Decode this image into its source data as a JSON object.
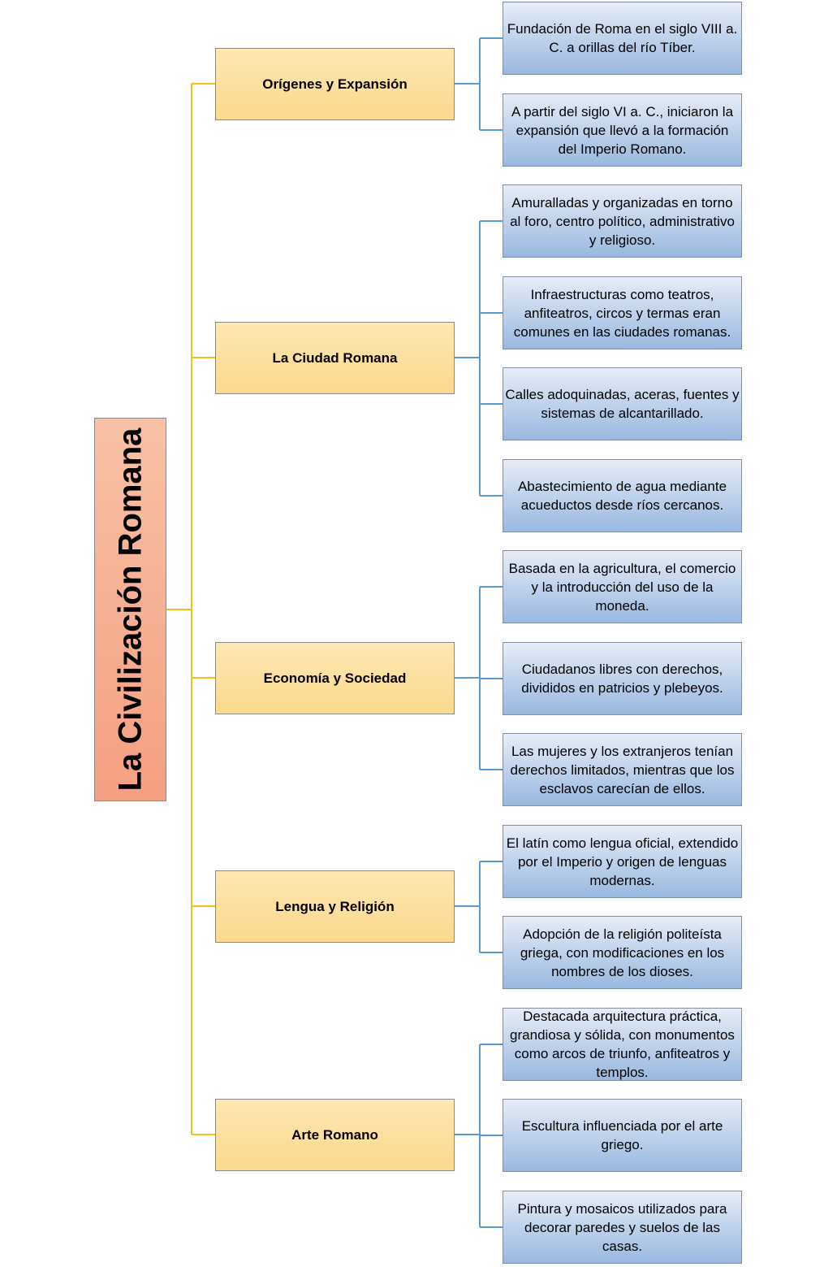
{
  "root": {
    "title": "La Civilización Romana"
  },
  "categories": [
    {
      "label": "Orígenes y Expansión",
      "items": [
        "Fundación de Roma en el siglo VIII a. C. a orillas del río Tíber.",
        "A partir del siglo VI a. C., iniciaron la expansión que llevó a la formación del Imperio Romano."
      ]
    },
    {
      "label": "La Ciudad Romana",
      "items": [
        "Amuralladas y organizadas en torno al foro, centro político, administrativo y religioso.",
        "Infraestructuras como teatros, anfiteatros, circos y termas eran comunes en las ciudades romanas.",
        "Calles adoquinadas, aceras, fuentes y sistemas de alcantarillado.",
        "Abastecimiento de agua mediante acueductos desde ríos cercanos."
      ]
    },
    {
      "label": "Economía y Sociedad",
      "items": [
        "Basada en la agricultura, el comercio y la introducción del uso de la moneda.",
        "Ciudadanos libres con derechos, divididos en patricios y plebeyos.",
        "Las mujeres y los extranjeros tenían derechos limitados, mientras que los esclavos carecían de ellos."
      ]
    },
    {
      "label": "Lengua y Religión",
      "items": [
        "El latín como lengua oficial, extendido por el Imperio y origen de lenguas modernas.",
        "Adopción de la religión politeísta griega, con modificaciones en los nombres de los dioses."
      ]
    },
    {
      "label": "Arte Romano",
      "items": [
        "Destacada arquitectura práctica, grandiosa y sólida, con monumentos como arcos de triunfo, anfiteatros y templos.",
        "Escultura influenciada por el arte griego.",
        "Pintura y mosaicos utilizados para decorar paredes y suelos de las casas."
      ]
    }
  ],
  "colors": {
    "root_connector": "#f5c017",
    "branch_connector": "#5b9bd5"
  }
}
